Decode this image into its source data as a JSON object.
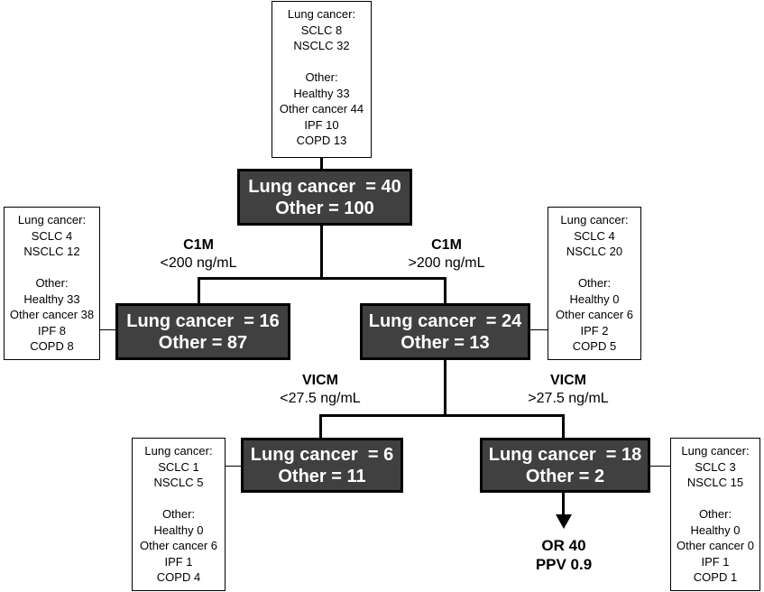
{
  "root": {
    "detail": {
      "lung_heading": "Lung cancer:",
      "lung_items": [
        "SCLC 8",
        "NSCLC 32"
      ],
      "other_heading": "Other:",
      "other_items": [
        "Healthy 33",
        "Other cancer 44",
        "IPF 10",
        "COPD 13"
      ]
    },
    "node": {
      "line1": "Lung cancer  = 40",
      "line2": "Other = 100"
    }
  },
  "split1": {
    "left": {
      "variable": "C1M",
      "threshold": "<200 ng/mL"
    },
    "right": {
      "variable": "C1M",
      "threshold": ">200 ng/mL"
    }
  },
  "c1m_low": {
    "detail": {
      "lung_heading": "Lung cancer:",
      "lung_items": [
        "SCLC 4",
        "NSCLC 12"
      ],
      "other_heading": "Other:",
      "other_items": [
        "Healthy 33",
        "Other cancer 38",
        "IPF 8",
        "COPD 8"
      ]
    },
    "node": {
      "line1": "Lung cancer  = 16",
      "line2": "Other = 87"
    }
  },
  "c1m_high": {
    "detail": {
      "lung_heading": "Lung cancer:",
      "lung_items": [
        "SCLC 4",
        "NSCLC 20"
      ],
      "other_heading": "Other:",
      "other_items": [
        "Healthy 0",
        "Other cancer 6",
        "IPF 2",
        "COPD 5"
      ]
    },
    "node": {
      "line1": "Lung cancer  = 24",
      "line2": "Other = 13"
    }
  },
  "split2": {
    "left": {
      "variable": "VICM",
      "threshold": "<27.5 ng/mL"
    },
    "right": {
      "variable": "VICM",
      "threshold": ">27.5 ng/mL"
    }
  },
  "vicm_low": {
    "detail": {
      "lung_heading": "Lung cancer:",
      "lung_items": [
        "SCLC 1",
        "NSCLC 5"
      ],
      "other_heading": "Other:",
      "other_items": [
        "Healthy 0",
        "Other cancer 6",
        "IPF 1",
        "COPD 4"
      ]
    },
    "node": {
      "line1": "Lung cancer  = 6",
      "line2": "Other = 11"
    }
  },
  "vicm_high": {
    "detail": {
      "lung_heading": "Lung cancer:",
      "lung_items": [
        "SCLC 3",
        "NSCLC 15"
      ],
      "other_heading": "Other:",
      "other_items": [
        "Healthy 0",
        "Other cancer 0",
        "IPF 1",
        "COPD 1"
      ]
    },
    "node": {
      "line1": "Lung cancer  = 18",
      "line2": "Other = 2"
    }
  },
  "result": {
    "or": "OR 40",
    "ppv": "PPV 0.9"
  }
}
